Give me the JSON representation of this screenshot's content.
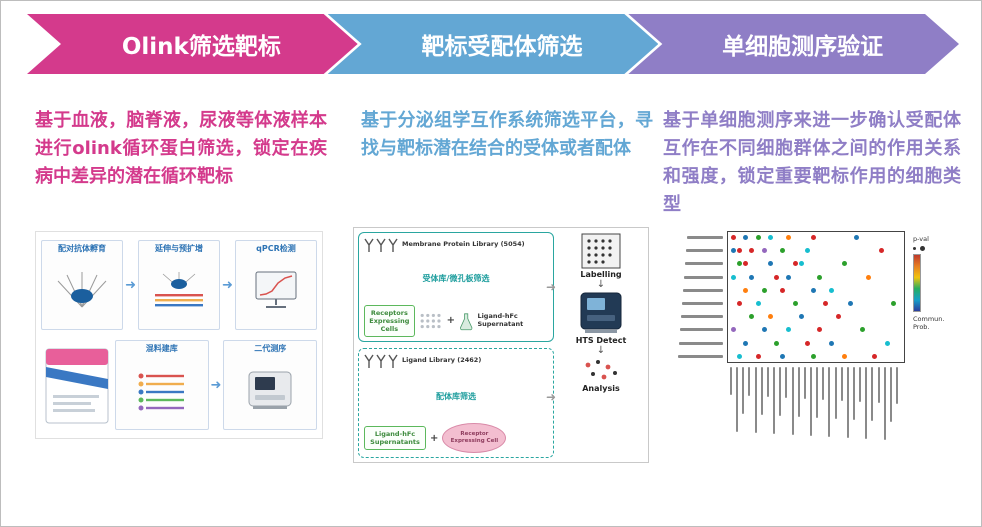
{
  "colors": {
    "step1": "#d43a8c",
    "step2": "#63a7d4",
    "step3": "#8f7ec6"
  },
  "icons": {
    "arrow_right": "➜",
    "arrow_down": "↓",
    "plus": "+"
  },
  "steps": [
    {
      "title": "Olink筛选靶标",
      "description": "基于血液，脑脊液，尿液等体液样本进行olink循环蛋白筛选，锁定在疾病中差异的潜在循环靶标"
    },
    {
      "title": "靶标受配体筛选",
      "description": "基于分泌组学互作系统筛选平台，寻找与靶标潜在结合的受体或者配体"
    },
    {
      "title": "单细胞测序验证",
      "description": "基于单细胞测序来进一步确认受配体互作在不同细胞群体之间的作用关系和强度，锁定重要靶标作用的细胞类型"
    }
  ],
  "olink_figure": {
    "step1_label": "配对抗体孵育",
    "step2_label": "延伸与预扩增",
    "step3_label": "qPCR检测",
    "step4_label": "混料建库",
    "step5_label": "二代测序"
  },
  "screening_figure": {
    "membrane_library": "Membrane Protein Library (5054)",
    "receptor_screen_label": "受体库/微孔板筛选",
    "receptors_cells": "Receptors Expressing Cells",
    "ligand_supernatant": "Ligand-hFc Supernatant",
    "ligand_library": "Ligand Library (2462)",
    "ligand_screen_label": "配体库筛选",
    "ligand_supernatants": "Ligand-hFc Supernatants",
    "receptor_cell": "Receptor Expressing Cell",
    "labelling": "Labelling",
    "hts_detect": "HTS Detect",
    "analysis": "Analysis"
  },
  "dotplot": {
    "legend_pval": "p-val",
    "legend_colorbar": "Commun. Prob.",
    "rows": 10,
    "cols": 28,
    "dots": [
      [
        0,
        0,
        "#d62728"
      ],
      [
        0,
        2,
        "#1f77b4"
      ],
      [
        0,
        4,
        "#2ca02c"
      ],
      [
        0,
        6,
        "#17becf"
      ],
      [
        0,
        9,
        "#ff7f0e"
      ],
      [
        0,
        13,
        "#d62728"
      ],
      [
        0,
        20,
        "#1f77b4"
      ],
      [
        1,
        0,
        "#1f77b4"
      ],
      [
        1,
        1,
        "#d62728"
      ],
      [
        1,
        3,
        "#d62728"
      ],
      [
        1,
        5,
        "#9467bd"
      ],
      [
        1,
        8,
        "#2ca02c"
      ],
      [
        1,
        12,
        "#17becf"
      ],
      [
        1,
        24,
        "#d62728"
      ],
      [
        2,
        1,
        "#2ca02c"
      ],
      [
        2,
        2,
        "#d62728"
      ],
      [
        2,
        6,
        "#1f77b4"
      ],
      [
        2,
        10,
        "#d62728"
      ],
      [
        2,
        11,
        "#17becf"
      ],
      [
        2,
        18,
        "#2ca02c"
      ],
      [
        3,
        0,
        "#17becf"
      ],
      [
        3,
        3,
        "#1f77b4"
      ],
      [
        3,
        7,
        "#d62728"
      ],
      [
        3,
        9,
        "#1f77b4"
      ],
      [
        3,
        14,
        "#2ca02c"
      ],
      [
        3,
        22,
        "#ff7f0e"
      ],
      [
        4,
        2,
        "#ff7f0e"
      ],
      [
        4,
        5,
        "#2ca02c"
      ],
      [
        4,
        8,
        "#d62728"
      ],
      [
        4,
        13,
        "#1f77b4"
      ],
      [
        4,
        16,
        "#17becf"
      ],
      [
        5,
        1,
        "#d62728"
      ],
      [
        5,
        4,
        "#17becf"
      ],
      [
        5,
        10,
        "#2ca02c"
      ],
      [
        5,
        15,
        "#d62728"
      ],
      [
        5,
        19,
        "#1f77b4"
      ],
      [
        5,
        26,
        "#2ca02c"
      ],
      [
        6,
        3,
        "#2ca02c"
      ],
      [
        6,
        6,
        "#ff7f0e"
      ],
      [
        6,
        11,
        "#1f77b4"
      ],
      [
        6,
        17,
        "#d62728"
      ],
      [
        7,
        0,
        "#9467bd"
      ],
      [
        7,
        5,
        "#1f77b4"
      ],
      [
        7,
        9,
        "#17becf"
      ],
      [
        7,
        14,
        "#d62728"
      ],
      [
        7,
        21,
        "#2ca02c"
      ],
      [
        8,
        2,
        "#1f77b4"
      ],
      [
        8,
        7,
        "#2ca02c"
      ],
      [
        8,
        12,
        "#d62728"
      ],
      [
        8,
        16,
        "#1f77b4"
      ],
      [
        8,
        25,
        "#17becf"
      ],
      [
        9,
        1,
        "#17becf"
      ],
      [
        9,
        4,
        "#d62728"
      ],
      [
        9,
        8,
        "#1f77b4"
      ],
      [
        9,
        13,
        "#2ca02c"
      ],
      [
        9,
        18,
        "#ff7f0e"
      ],
      [
        9,
        23,
        "#d62728"
      ]
    ]
  }
}
